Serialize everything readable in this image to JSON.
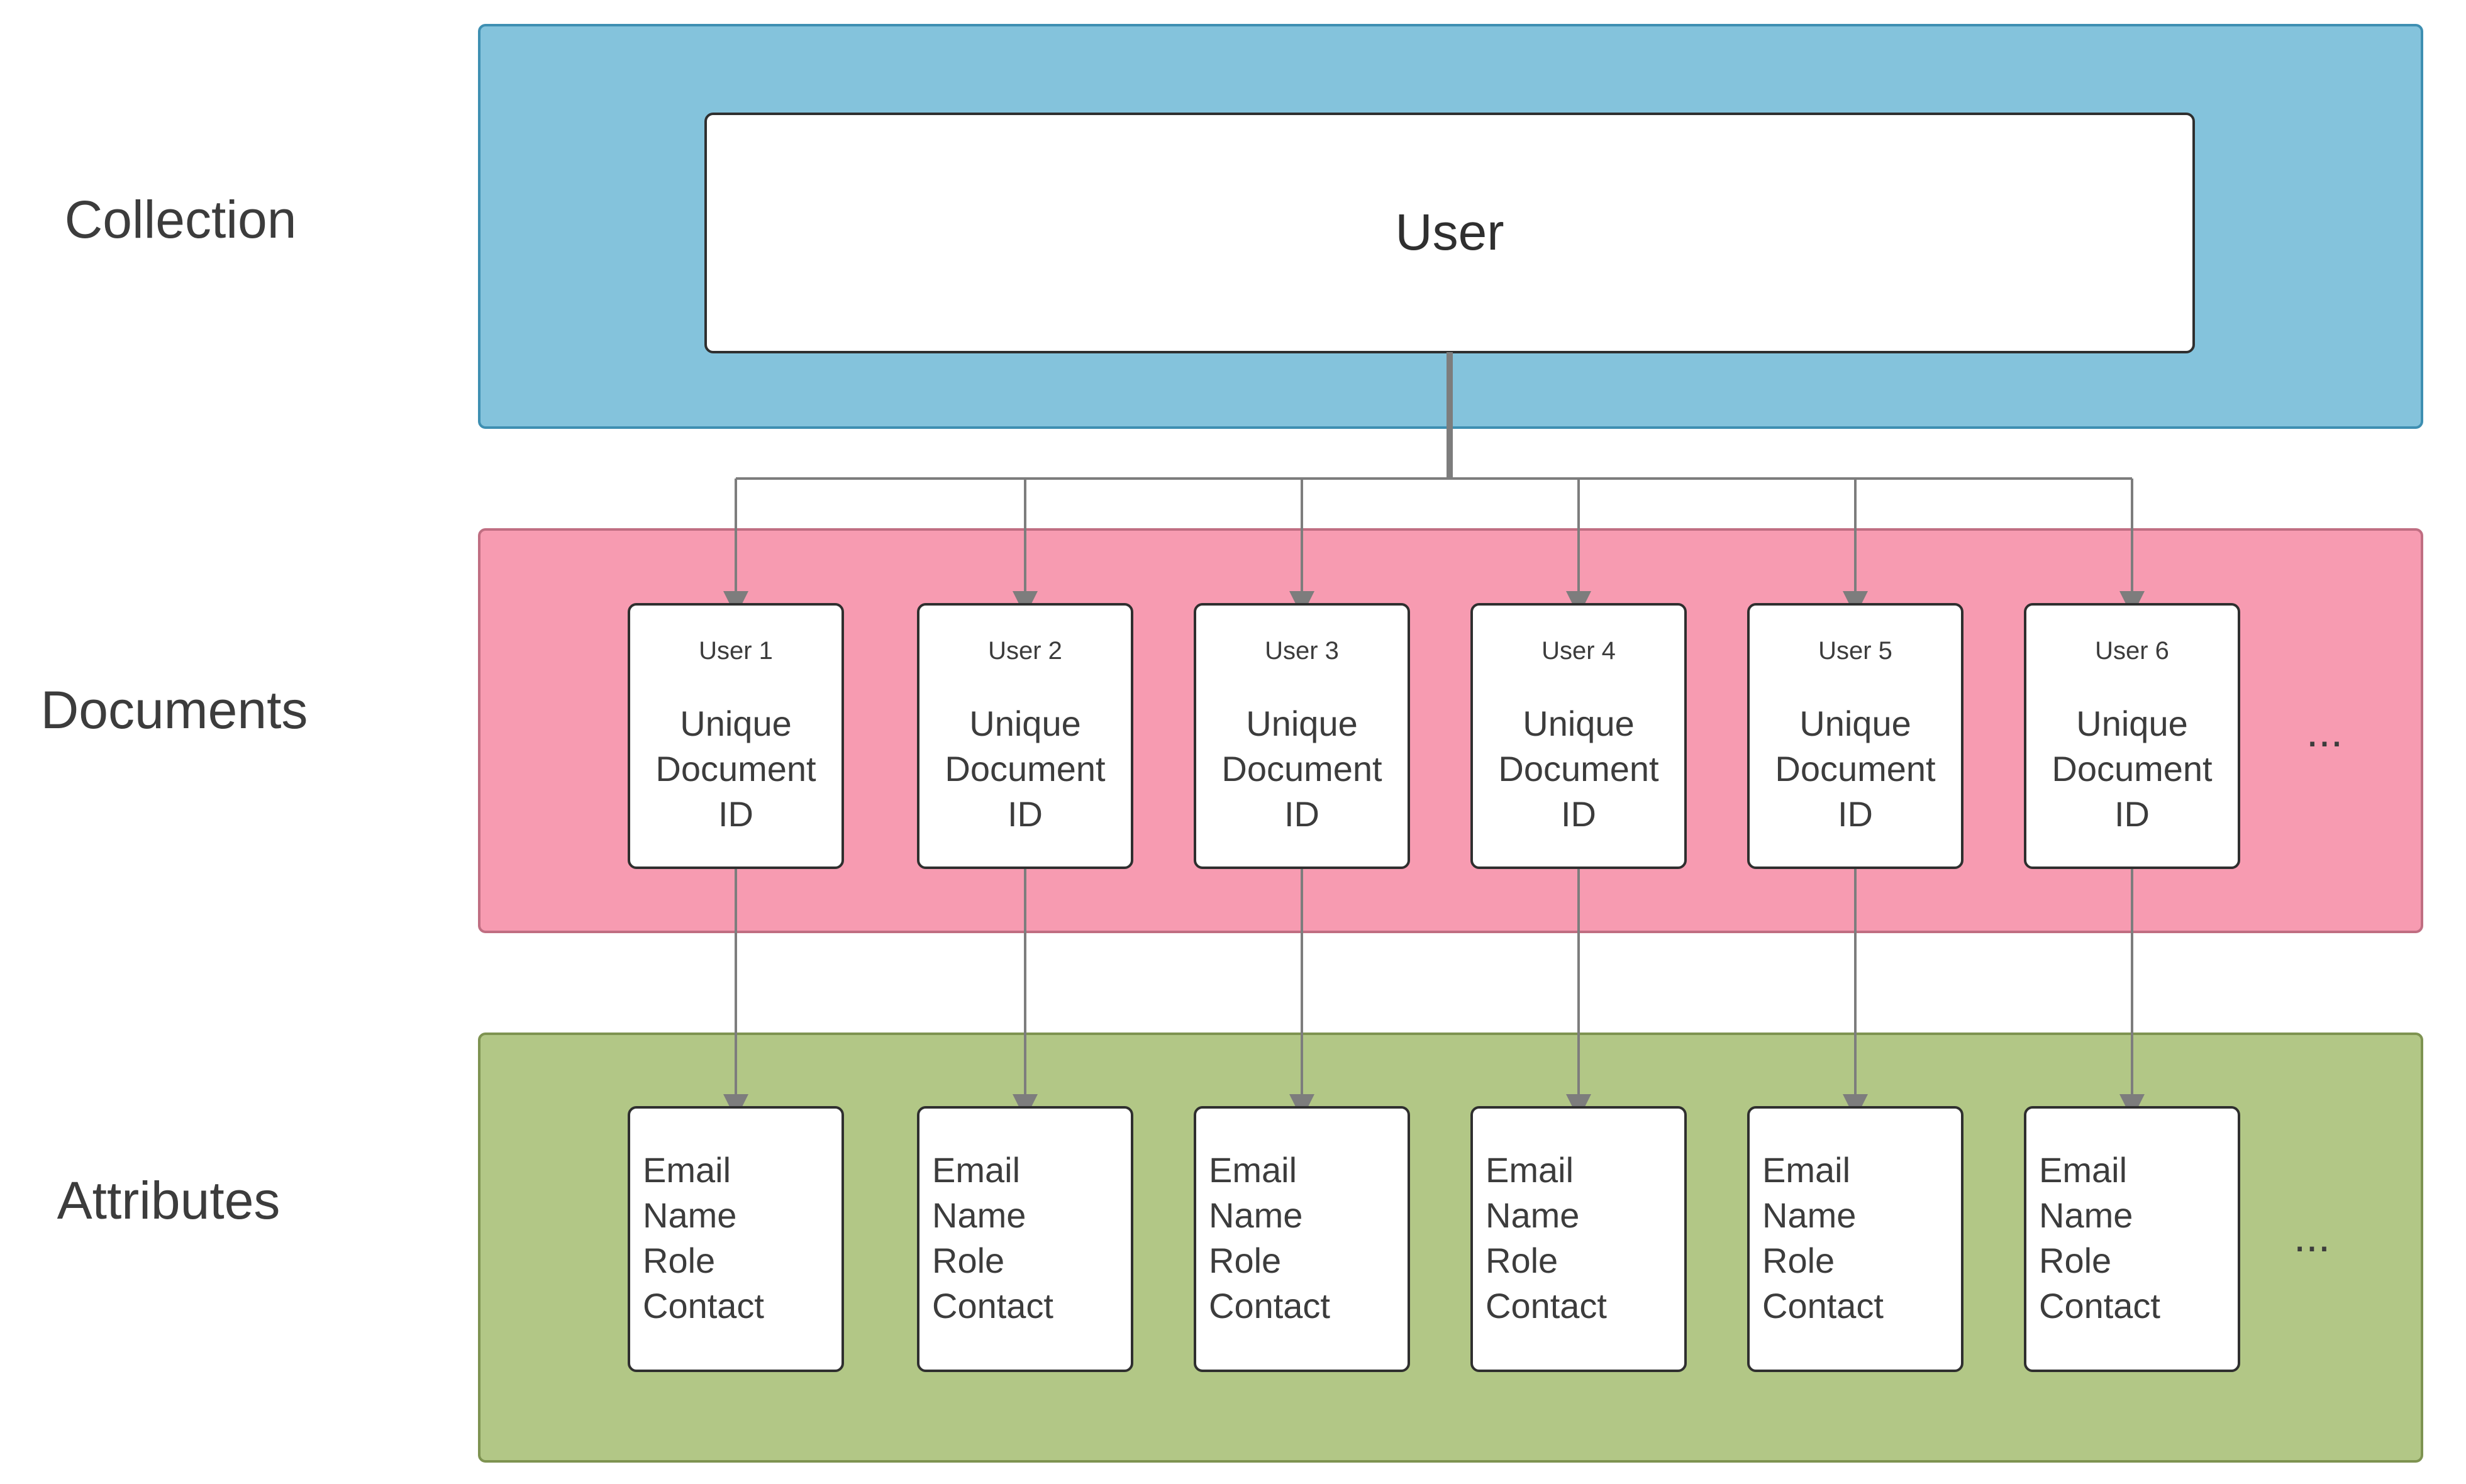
{
  "labels": {
    "collection": "Collection",
    "documents": "Documents",
    "attributes": "Attributes"
  },
  "collection": {
    "title": "User"
  },
  "documents": [
    {
      "title": "User 1",
      "lines": [
        "Unique",
        "Document",
        "ID"
      ]
    },
    {
      "title": "User 2",
      "lines": [
        "Unique",
        "Document",
        "ID"
      ]
    },
    {
      "title": "User 3",
      "lines": [
        "Unique",
        "Document",
        "ID"
      ]
    },
    {
      "title": "User 4",
      "lines": [
        "Unique",
        "Document",
        "ID"
      ]
    },
    {
      "title": "User 5",
      "lines": [
        "Unique",
        "Document",
        "ID"
      ]
    },
    {
      "title": "User 6",
      "lines": [
        "Unique",
        "Document",
        "ID"
      ]
    }
  ],
  "attributes": [
    {
      "lines": [
        "Email",
        "Name",
        "Role",
        "Contact"
      ]
    },
    {
      "lines": [
        "Email",
        "Name",
        "Role",
        "Contact"
      ]
    },
    {
      "lines": [
        "Email",
        "Name",
        "Role",
        "Contact"
      ]
    },
    {
      "lines": [
        "Email",
        "Name",
        "Role",
        "Contact"
      ]
    },
    {
      "lines": [
        "Email",
        "Name",
        "Role",
        "Contact"
      ]
    },
    {
      "lines": [
        "Email",
        "Name",
        "Role",
        "Contact"
      ]
    }
  ],
  "ellipsis": {
    "documents": "...",
    "attributes": "..."
  },
  "colors": {
    "collection_band": "#84C3DC",
    "collection_band_border": "#3E8FB2",
    "documents_band": "#F79BB1",
    "documents_band_border": "#C06E82",
    "attributes_band": "#B2C786",
    "attributes_band_border": "#7E9351",
    "box_fill": "#FFFFFF",
    "box_border": "#2F2F2F",
    "connector": "#7D7D7D",
    "text": "#3C3C3C"
  }
}
